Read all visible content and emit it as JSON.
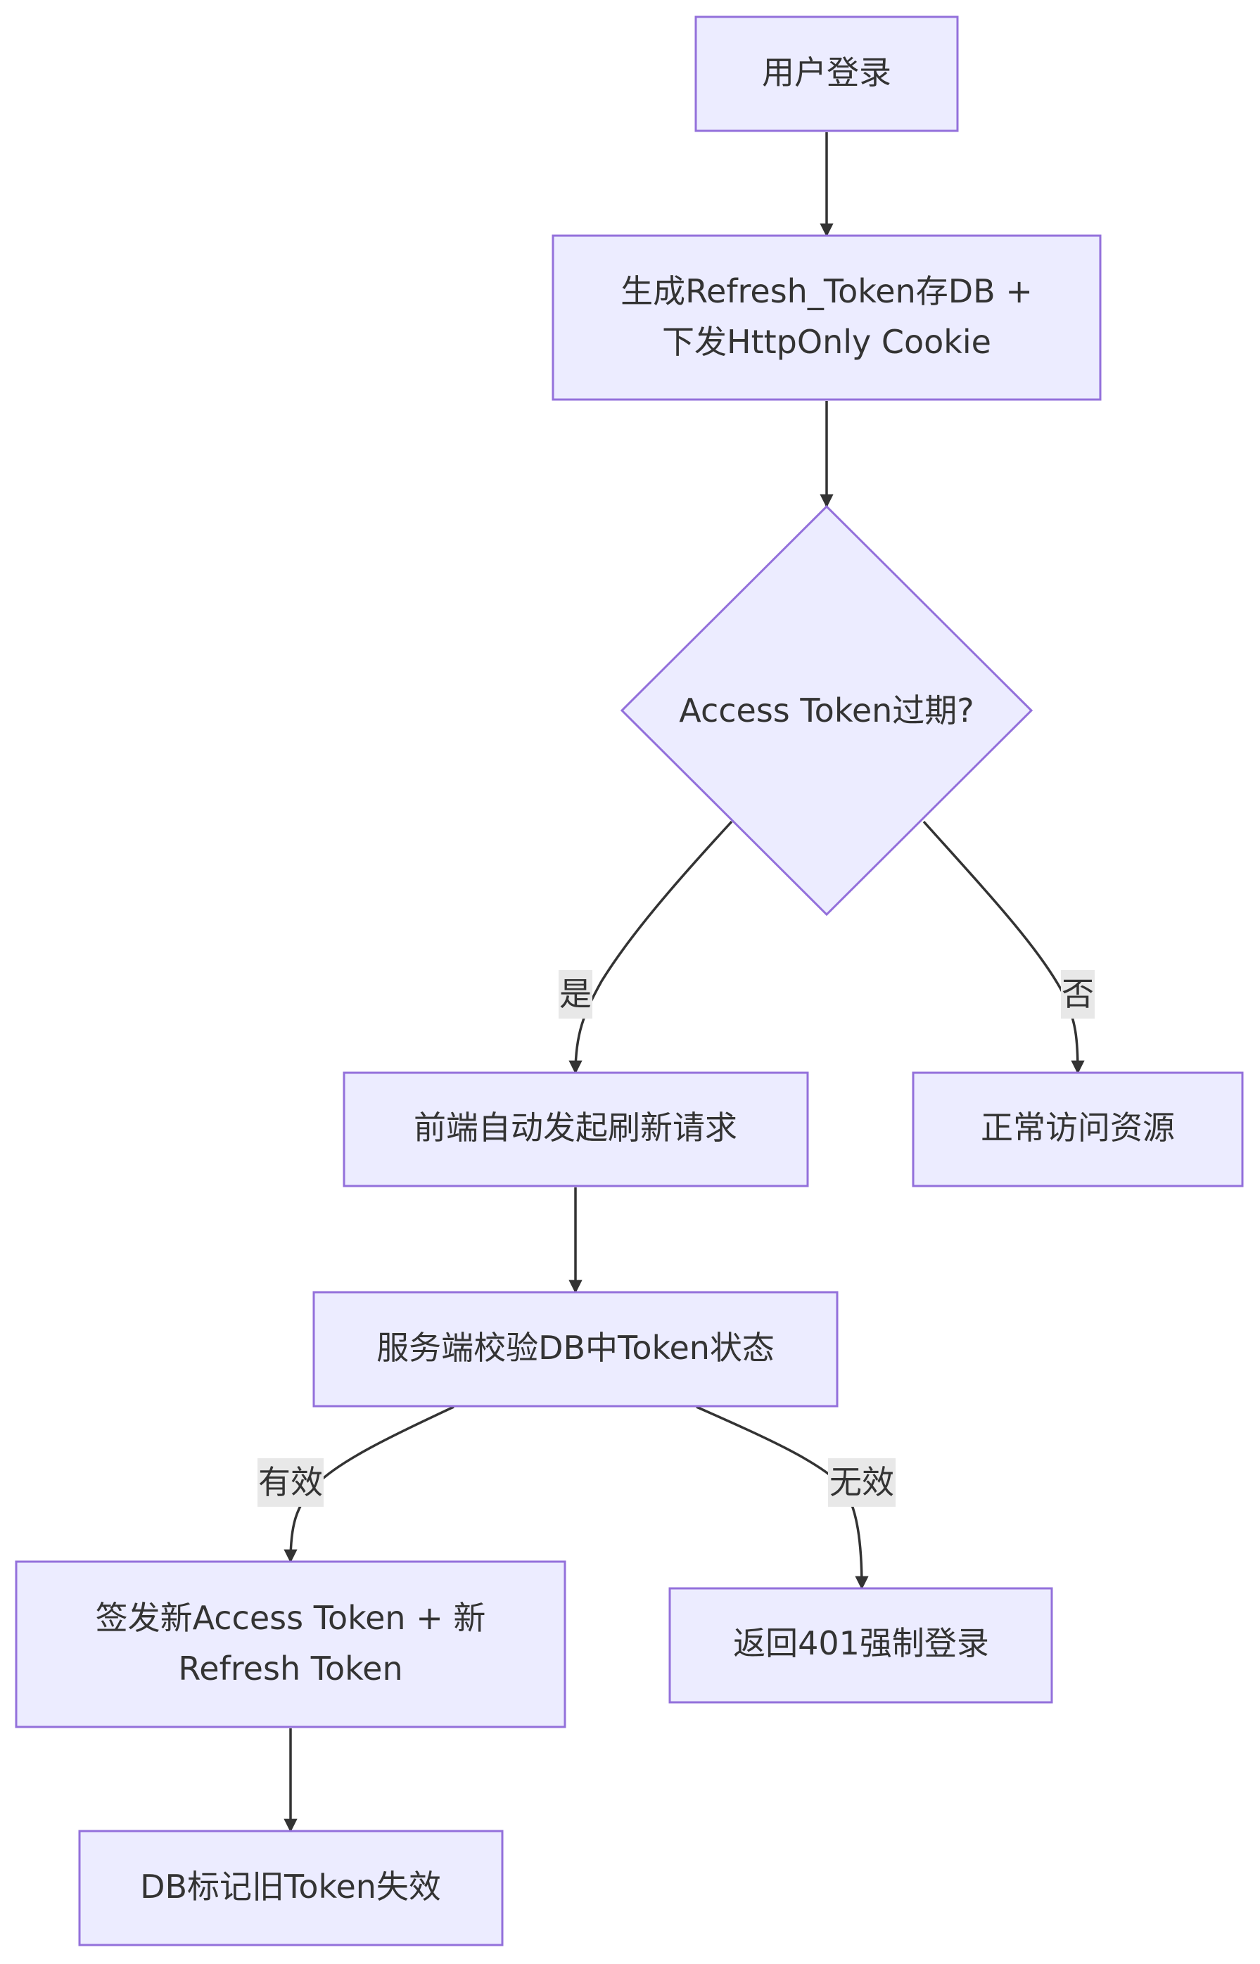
{
  "nodes": {
    "login": "用户登录",
    "generate_line1": "生成Refresh_Token存DB +",
    "generate_line2": "下发HttpOnly Cookie",
    "decision": "Access Token过期?",
    "auto_refresh": "前端自动发起刷新请求",
    "normal_access": "正常访问资源",
    "server_verify": "服务端校验DB中Token状态",
    "issue_line1": "签发新Access Token + 新",
    "issue_line2": "Refresh Token",
    "return_401": "返回401强制登录",
    "mark_old": "DB标记旧Token失效"
  },
  "edge_labels": {
    "yes": "是",
    "no": "否",
    "valid": "有效",
    "invalid": "无效"
  },
  "colors": {
    "node_fill": "#ECECFF",
    "node_stroke": "#9370DB",
    "edge": "#333333",
    "label_bg": "#e8e8e8",
    "text": "#333333"
  }
}
